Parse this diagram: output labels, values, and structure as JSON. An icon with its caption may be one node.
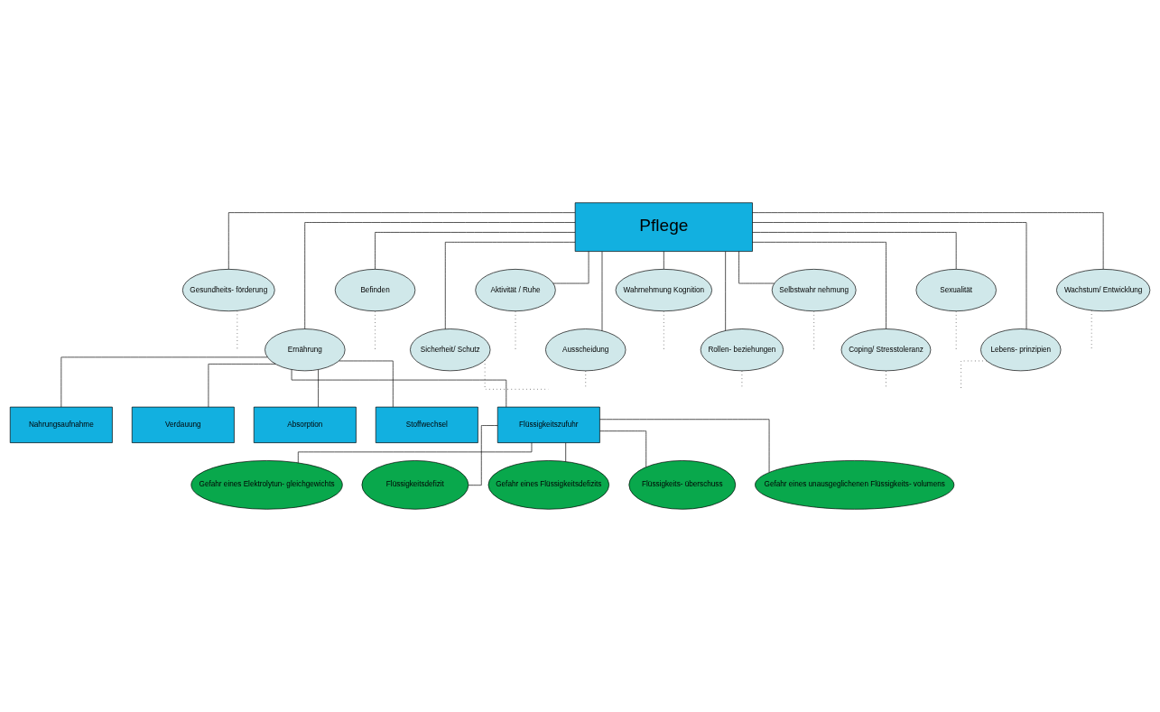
{
  "diagram": {
    "nodes": [
      {
        "text": [
          "Pflege"
        ]
      },
      {
        "text": [
          "Gesundheits- förderung"
        ]
      },
      {
        "text": [
          "Ernährung"
        ]
      },
      {
        "text": [
          "Befinden"
        ]
      },
      {
        "text": [
          "Sicherheit/ Schutz"
        ]
      },
      {
        "text": [
          "Aktivität / Ruhe"
        ]
      },
      {
        "text": [
          "Ausscheidung"
        ]
      },
      {
        "text": [
          "Wahrnehmung Kognition"
        ]
      },
      {
        "text": [
          "Rollen- beziehungen"
        ]
      },
      {
        "text": [
          "Selbstwahr nehmung"
        ]
      },
      {
        "text": [
          "Coping/ Stresstoleranz"
        ]
      },
      {
        "text": [
          "Sexualität"
        ]
      },
      {
        "text": [
          "Lebens- prinzipien"
        ]
      },
      {
        "text": [
          "Wachstum/ Entwicklung"
        ]
      },
      {
        "text": [
          "Nahrungsaufnahme"
        ]
      },
      {
        "text": [
          "Verdauung"
        ]
      },
      {
        "text": [
          "Absorption"
        ]
      },
      {
        "text": [
          "Stoffwechsel"
        ]
      },
      {
        "text": [
          "Flüssigkeitszufuhr"
        ]
      },
      {
        "text": [
          "Gefahr eines Elektrolytun- gleichgewichts"
        ]
      },
      {
        "text": [
          "Flüssigkeitsdefizit"
        ]
      },
      {
        "text": [
          "Gefahr eines Flüssigkeitsdefizits"
        ]
      },
      {
        "text": [
          "Flüssigkeits- überschuss"
        ]
      },
      {
        "text": [
          "Gefahr eines unausgeglichenen Flüssigkeits- volumens"
        ]
      }
    ],
    "edges": [
      {
        "from": 0,
        "to": 1,
        "arrow": "none"
      },
      {
        "from": 0,
        "to": 2,
        "arrow": "none"
      },
      {
        "from": 0,
        "to": 3,
        "arrow": "none"
      },
      {
        "from": 0,
        "to": 4,
        "arrow": "none"
      },
      {
        "from": 0,
        "to": 5,
        "arrow": "none"
      },
      {
        "from": 0,
        "to": 6,
        "arrow": "none"
      },
      {
        "from": 0,
        "to": 7,
        "arrow": "none"
      },
      {
        "from": 0,
        "to": 8,
        "arrow": "none"
      },
      {
        "from": 0,
        "to": 9,
        "arrow": "none"
      },
      {
        "from": 0,
        "to": 10,
        "arrow": "none"
      },
      {
        "from": 0,
        "to": 11,
        "arrow": "none"
      },
      {
        "from": 0,
        "to": 12,
        "arrow": "none"
      },
      {
        "from": 0,
        "to": 13,
        "arrow": "none"
      },
      {
        "from": 1,
        "to": null,
        "arrow": "none",
        "style": "dashed"
      },
      {
        "from": 3,
        "to": null,
        "arrow": "none",
        "style": "dashed"
      },
      {
        "from": 4,
        "to": null,
        "arrow": "none",
        "style": "dashed"
      },
      {
        "from": 5,
        "to": null,
        "arrow": "none",
        "style": "dashed"
      },
      {
        "from": 6,
        "to": null,
        "arrow": "none",
        "style": "dashed"
      },
      {
        "from": 7,
        "to": null,
        "arrow": "none",
        "style": "dashed"
      },
      {
        "from": 8,
        "to": null,
        "arrow": "none",
        "style": "dashed"
      },
      {
        "from": 9,
        "to": null,
        "arrow": "none",
        "style": "dashed"
      },
      {
        "from": 10,
        "to": null,
        "arrow": "none",
        "style": "dashed"
      },
      {
        "from": 11,
        "to": null,
        "arrow": "none",
        "style": "dashed"
      },
      {
        "from": 12,
        "to": null,
        "arrow": "none",
        "style": "dashed"
      },
      {
        "from": 13,
        "to": null,
        "arrow": "none",
        "style": "dashed"
      },
      {
        "from": 2,
        "to": 14,
        "arrow": "none"
      },
      {
        "from": 2,
        "to": 15,
        "arrow": "none"
      },
      {
        "from": 2,
        "to": 16,
        "arrow": "none"
      },
      {
        "from": 2,
        "to": 17,
        "arrow": "none"
      },
      {
        "from": 2,
        "to": 18,
        "arrow": "none"
      },
      {
        "from": 18,
        "to": 19,
        "arrow": "none"
      },
      {
        "from": 18,
        "to": 20,
        "arrow": "none"
      },
      {
        "from": 18,
        "to": 21,
        "arrow": "none"
      },
      {
        "from": 18,
        "to": 22,
        "arrow": "none"
      },
      {
        "from": 18,
        "to": 23,
        "arrow": "none"
      }
    ]
  }
}
